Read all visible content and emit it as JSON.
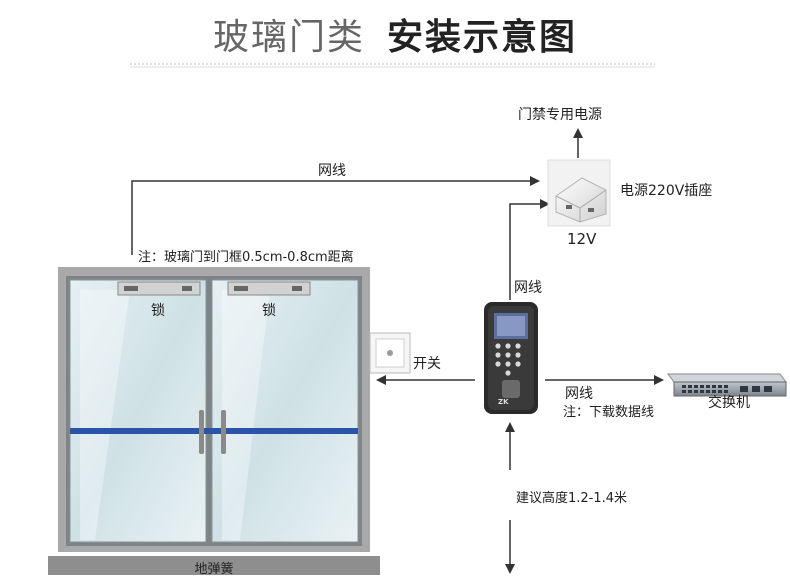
{
  "title": {
    "light": "玻璃门类",
    "bold": "安装示意图"
  },
  "labels": {
    "access_power": "门禁专用电源",
    "network_top": "网线",
    "power_outlet": "电源220V插座",
    "voltage": "12V",
    "gap_note": "注：玻璃门到门框0.5cm-0.8cm距离",
    "network_mid": "网线",
    "lock_left": "锁",
    "lock_right": "锁",
    "switch": "开关",
    "network_right": "网线",
    "download_note": "注：下载数据线",
    "switch_device": "交换机",
    "height_note": "建议高度1.2-1.4米",
    "floor_spring": "地弹簧",
    "reader_brand": "ZK"
  },
  "colors": {
    "arrow": "#333333",
    "glass": "#d8e8ec",
    "frame": "#9a9a9a",
    "stripe": "#2a54a8"
  }
}
